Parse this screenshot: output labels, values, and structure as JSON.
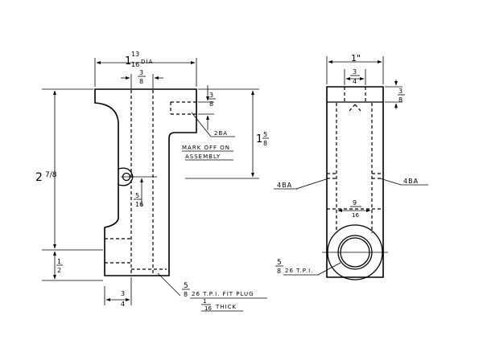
{
  "drawing": {
    "dimensions": {
      "overall_width_whole": "1",
      "overall_width_frac_num": "13",
      "overall_width_frac_den": "16",
      "overall_width_suffix": "DIA",
      "bore_num": "3",
      "bore_den": "8",
      "height_whole": "2",
      "height_frac": "7/8",
      "bottom_num": "1",
      "bottom_den": "2",
      "side_whole": "1",
      "side_num": "5",
      "side_den": "8",
      "top_hole_num": "3",
      "top_hole_den": "8",
      "small_hole_num": "5",
      "small_hole_den": "16",
      "base_num": "3",
      "base_den": "4",
      "end_width": "1\"",
      "end_top_num": "3",
      "end_top_den": "4",
      "end_right_num": "3",
      "end_right_den": "8",
      "end_inner_num": "9",
      "end_inner_den": "16"
    },
    "notes": {
      "tap_2ba": "2BA",
      "mark_off_1": "MARK OFF ON",
      "mark_off_2": "ASSEMBLY",
      "plug_num": "5",
      "plug_den": "8",
      "plug_note": "26 T.P.I. FIT PLUG",
      "plug_thick_num": "1",
      "plug_thick_den": "16",
      "plug_thick_text": "THICK",
      "tap_4ba_left": "4BA",
      "tap_4ba_right": "4BA",
      "thread_num": "5",
      "thread_den": "8",
      "thread_note": "26 T.P.I."
    }
  }
}
